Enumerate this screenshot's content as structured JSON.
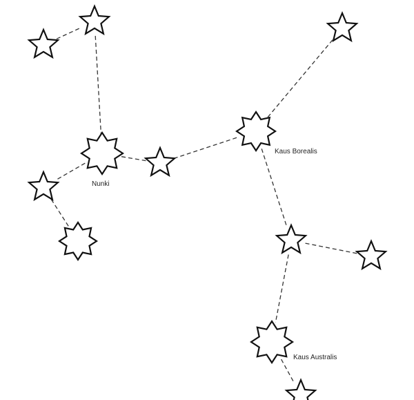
{
  "diagram": {
    "stars": [
      {
        "id": "s1",
        "shape": "5-point-star"
      },
      {
        "id": "s2",
        "shape": "5-point-star"
      },
      {
        "id": "nunki",
        "shape": "8-point-star",
        "label": "Nunki"
      },
      {
        "id": "s4",
        "shape": "5-point-star"
      },
      {
        "id": "s5",
        "shape": "8-point-star"
      },
      {
        "id": "s6",
        "shape": "5-point-star"
      },
      {
        "id": "kaus-borealis",
        "shape": "8-point-star",
        "label": "Kaus Borealis"
      },
      {
        "id": "s8",
        "shape": "5-point-star"
      },
      {
        "id": "s9",
        "shape": "5-point-star"
      },
      {
        "id": "s10",
        "shape": "5-point-star"
      },
      {
        "id": "kaus-australis",
        "shape": "8-point-star",
        "label": "Kaus Australis"
      },
      {
        "id": "s12",
        "shape": "5-point-star"
      }
    ],
    "links": [
      [
        "s1",
        "s2"
      ],
      [
        "s2",
        "nunki"
      ],
      [
        "nunki",
        "s4"
      ],
      [
        "s4",
        "s5"
      ],
      [
        "nunki",
        "s6"
      ],
      [
        "s6",
        "kaus-borealis"
      ],
      [
        "kaus-borealis",
        "s8"
      ],
      [
        "kaus-borealis",
        "s9"
      ],
      [
        "s9",
        "s10"
      ],
      [
        "s9",
        "kaus-australis"
      ],
      [
        "kaus-australis",
        "s12"
      ]
    ],
    "colors": {
      "star_fill": "#ffffff",
      "star_outline": "#111111",
      "link": "#333333"
    }
  }
}
